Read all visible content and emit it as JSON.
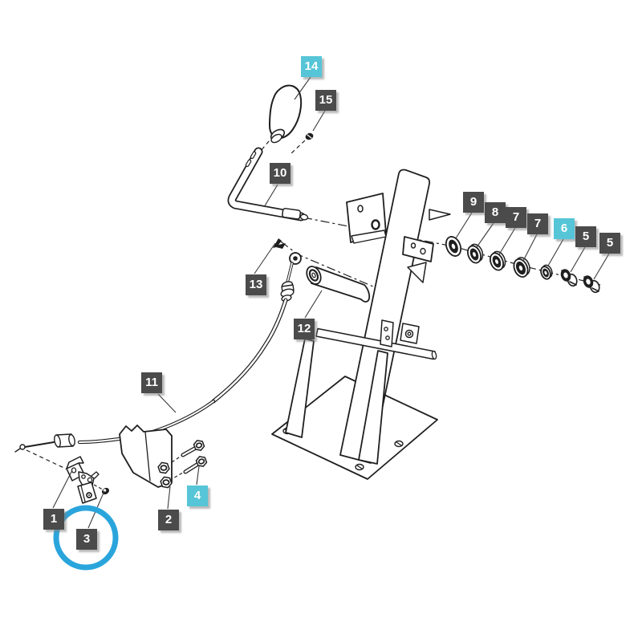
{
  "labels": [
    {
      "id": "label-14",
      "text": "14",
      "highlighted": true
    },
    {
      "id": "label-15",
      "text": "15",
      "highlighted": false
    },
    {
      "id": "label-10",
      "text": "10",
      "highlighted": false
    },
    {
      "id": "label-9",
      "text": "9",
      "highlighted": false
    },
    {
      "id": "label-8",
      "text": "8",
      "highlighted": false
    },
    {
      "id": "label-7a",
      "text": "7",
      "highlighted": false
    },
    {
      "id": "label-7b",
      "text": "7",
      "highlighted": false
    },
    {
      "id": "label-6",
      "text": "6",
      "highlighted": true
    },
    {
      "id": "label-5a",
      "text": "5",
      "highlighted": false
    },
    {
      "id": "label-5b",
      "text": "5",
      "highlighted": false
    },
    {
      "id": "label-13",
      "text": "13",
      "highlighted": false
    },
    {
      "id": "label-12",
      "text": "12",
      "highlighted": false
    },
    {
      "id": "label-11",
      "text": "11",
      "highlighted": false
    },
    {
      "id": "label-1",
      "text": "1",
      "highlighted": false
    },
    {
      "id": "label-3",
      "text": "3",
      "highlighted": false
    },
    {
      "id": "label-2",
      "text": "2",
      "highlighted": false
    },
    {
      "id": "label-4",
      "text": "4",
      "highlighted": true
    }
  ],
  "colors": {
    "background": "#ffffff",
    "line_color": "#1f1f1f",
    "leader_color": "#3a3a3a",
    "label_bg": "#4b4b4b",
    "label_highlight_bg": "#56c5d7",
    "label_text": "#ffffff",
    "annotation_blue": "#2aa5dc"
  },
  "annotation": {
    "type": "circle",
    "target_label": "3"
  }
}
